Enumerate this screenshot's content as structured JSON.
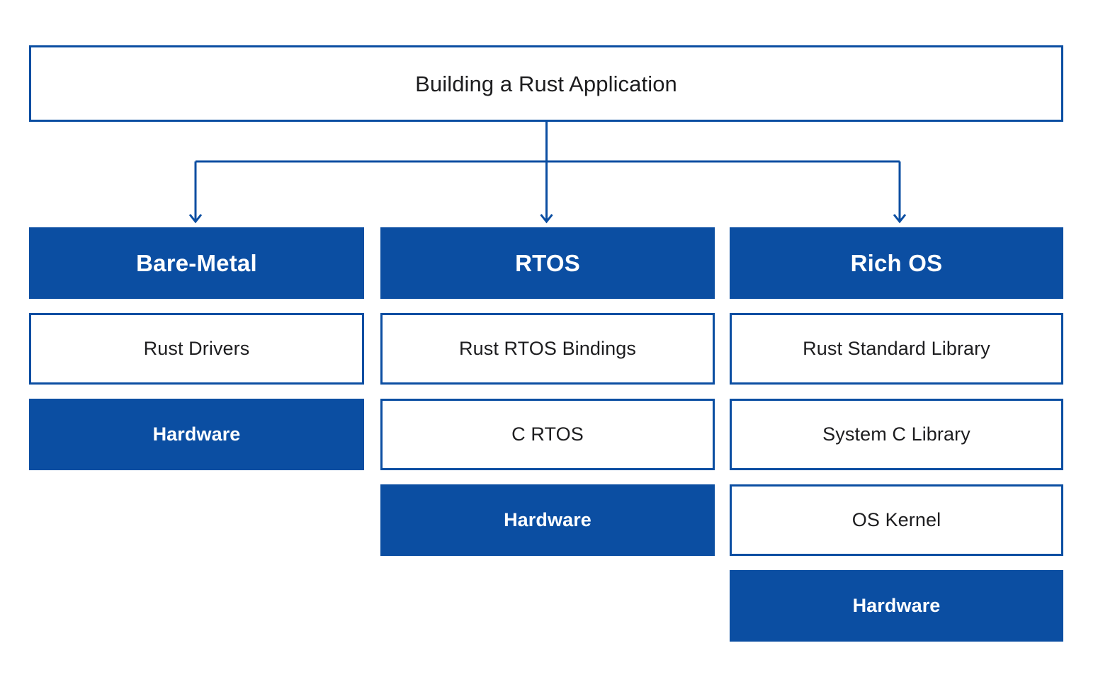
{
  "diagram": {
    "title": "Building a Rust Application",
    "accent_color": "#0B4EA2",
    "text_color": "#1d1d1f",
    "background_color": "#ffffff",
    "root": {
      "label": "Building a Rust Application"
    },
    "columns": [
      {
        "id": "bare-metal",
        "header": "Bare-Metal",
        "layers": [
          {
            "label": "Rust Drivers",
            "style": "outlined"
          },
          {
            "label": "Hardware",
            "style": "solid"
          }
        ]
      },
      {
        "id": "rtos",
        "header": "RTOS",
        "layers": [
          {
            "label": "Rust RTOS Bindings",
            "style": "outlined"
          },
          {
            "label": "C RTOS",
            "style": "outlined"
          },
          {
            "label": "Hardware",
            "style": "solid"
          }
        ]
      },
      {
        "id": "rich-os",
        "header": "Rich OS",
        "layers": [
          {
            "label": "Rust Standard Library",
            "style": "outlined"
          },
          {
            "label": "System C Library",
            "style": "outlined"
          },
          {
            "label": "OS Kernel",
            "style": "outlined"
          },
          {
            "label": "Hardware",
            "style": "solid"
          }
        ]
      }
    ]
  }
}
